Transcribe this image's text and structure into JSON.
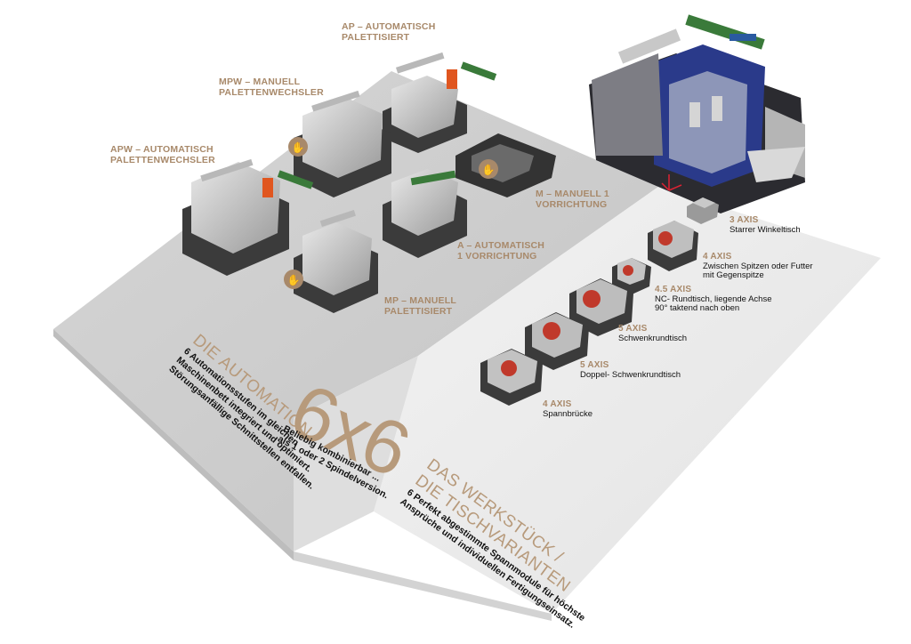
{
  "automation_options": [
    {
      "code": "AP",
      "line1": "AP – AUTOMATISCH",
      "line2": "PALETTISIERT"
    },
    {
      "code": "MPW",
      "line1": "MPW – MANUELL",
      "line2": "PALETTENWECHSLER"
    },
    {
      "code": "APW",
      "line1": "APW – AUTOMATISCH",
      "line2": "PALETTENWECHSLER"
    },
    {
      "code": "M",
      "line1": "M – MANUELL 1",
      "line2": "VORRICHTUNG"
    },
    {
      "code": "A",
      "line1": "A – AUTOMATISCH",
      "line2": "1 VORRICHTUNG"
    },
    {
      "code": "MP",
      "line1": "MP – MANUELL",
      "line2": "PALETTISIERT"
    }
  ],
  "table_variants": [
    {
      "axis": "3 AXIS",
      "desc1": "Starrer Winkeltisch",
      "desc2": ""
    },
    {
      "axis": "4 AXIS",
      "desc1": "Zwischen Spitzen oder Futter",
      "desc2": "mit Gegenspitze"
    },
    {
      "axis": "4.5 AXIS",
      "desc1": "NC- Rundtisch, liegende Achse",
      "desc2": "90° taktend nach oben"
    },
    {
      "axis": "5 AXIS",
      "desc1": "Schwenkrundtisch",
      "desc2": ""
    },
    {
      "axis": "5 AXIS",
      "desc1": "Doppel- Schwenkrundtisch",
      "desc2": ""
    },
    {
      "axis": "4 AXIS",
      "desc1": "Spannbrücke",
      "desc2": ""
    }
  ],
  "automation_section": {
    "heading": "DIE AUTOMATION",
    "text1": "6 Automationsstufen im gleichen",
    "text2": "Maschinenbett integriert und optimiert.",
    "text3": "Störungsanfällige Schnittstellen entfallen."
  },
  "center_section": {
    "big": "6x6",
    "text1": "Beliebig kombinierbar ...",
    "text2": "als 1 oder 2 Spindelversion."
  },
  "workpiece_section": {
    "heading1": "DAS WERKSTÜCK /",
    "heading2": "DIE TISCHVARIANTEN",
    "text1": "6 Perfekt abgestimmte Spannmodule für höchste",
    "text2": "Ansprüche und individuellen Fertigungseinsatz."
  },
  "colors": {
    "floor_left": "#cfcfcf",
    "floor_right": "#ececec",
    "accent": "#a8896a",
    "machine_blue": "#2a3a8a",
    "robot_orange": "#e0561f",
    "gripper_green": "#3a7a3a",
    "hand_badge": "#a8896a"
  },
  "icons": [
    "hand-icon",
    "machine-icon",
    "robot-arm-icon",
    "coordinate-axes-icon",
    "fixture-module-icon"
  ]
}
